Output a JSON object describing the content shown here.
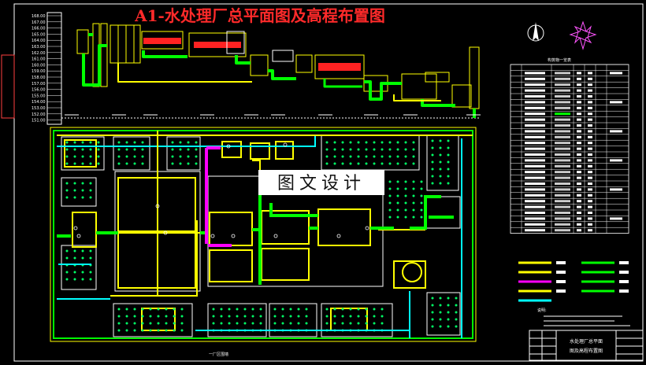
{
  "title": "A1-水处理厂总平面图及高程布置图",
  "watermark": "图文设计",
  "elevation": {
    "scale_labels": [
      "168.00",
      "167.00",
      "166.00",
      "165.00",
      "164.00",
      "163.00",
      "162.00",
      "161.00",
      "160.00",
      "159.00",
      "158.00",
      "157.00",
      "156.00",
      "155.00",
      "154.00",
      "153.00",
      "152.00",
      "151.00"
    ]
  },
  "site_plan": {
    "bottom_label": "一厂区围墙"
  },
  "table": {
    "title": "构筑物一览表",
    "row_count": 28
  },
  "legend": {
    "notes_title": "说明:"
  },
  "title_block": {
    "project_line1": "水处理厂总平面",
    "project_line2": "图及高程布置图"
  },
  "colors": {
    "yellow": "#ffff00",
    "green": "#00ff00",
    "cyan": "#00ffff",
    "magenta": "#ff00ff",
    "red": "#ff0000",
    "background": "#000000"
  }
}
